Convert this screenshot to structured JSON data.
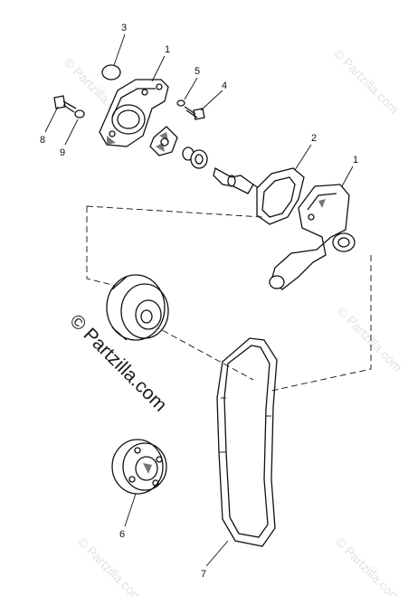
{
  "callouts": {
    "c1a": "1",
    "c1b": "1",
    "c2": "2",
    "c3": "3",
    "c4": "4",
    "c5": "5",
    "c6": "6",
    "c7": "7",
    "c8": "8",
    "c9": "9"
  },
  "watermark": {
    "main": "© Partzilla.com",
    "small": "© Partzilla.com"
  },
  "colors": {
    "ink": "#111111",
    "watermark_faint": "#e2e2e2",
    "background": "#ffffff"
  }
}
